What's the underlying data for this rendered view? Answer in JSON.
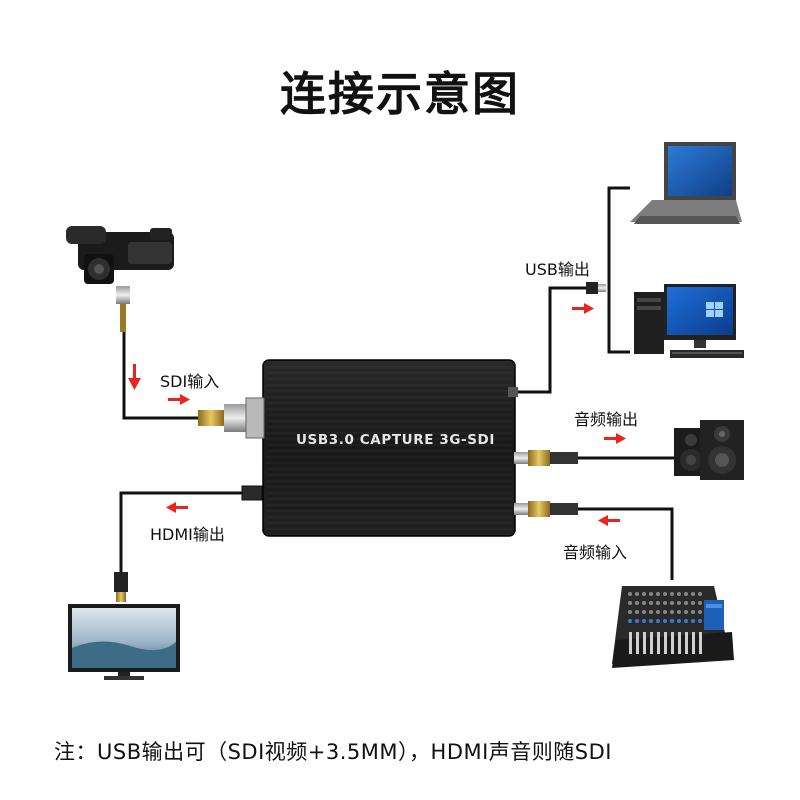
{
  "title": "连接示意图",
  "device": {
    "label": "USB3.0 CAPTURE 3G-SDI"
  },
  "labels": {
    "sdi_in": "SDI输入",
    "usb_out": "USB输出",
    "audio_out": "音频输出",
    "audio_in": "音频输入",
    "hdmi_out": "HDMI输出"
  },
  "note": "注：USB输出可（SDI视频+3.5MM），HDMI声音则随SDI",
  "colors": {
    "arrow": "#e8241f",
    "device": "#1c1c1c",
    "cable": "#111111"
  },
  "icons": [
    "camcorder-icon",
    "laptop-icon",
    "desktop-pc-icon",
    "speaker-icon",
    "audio-mixer-icon",
    "tv-monitor-icon"
  ]
}
